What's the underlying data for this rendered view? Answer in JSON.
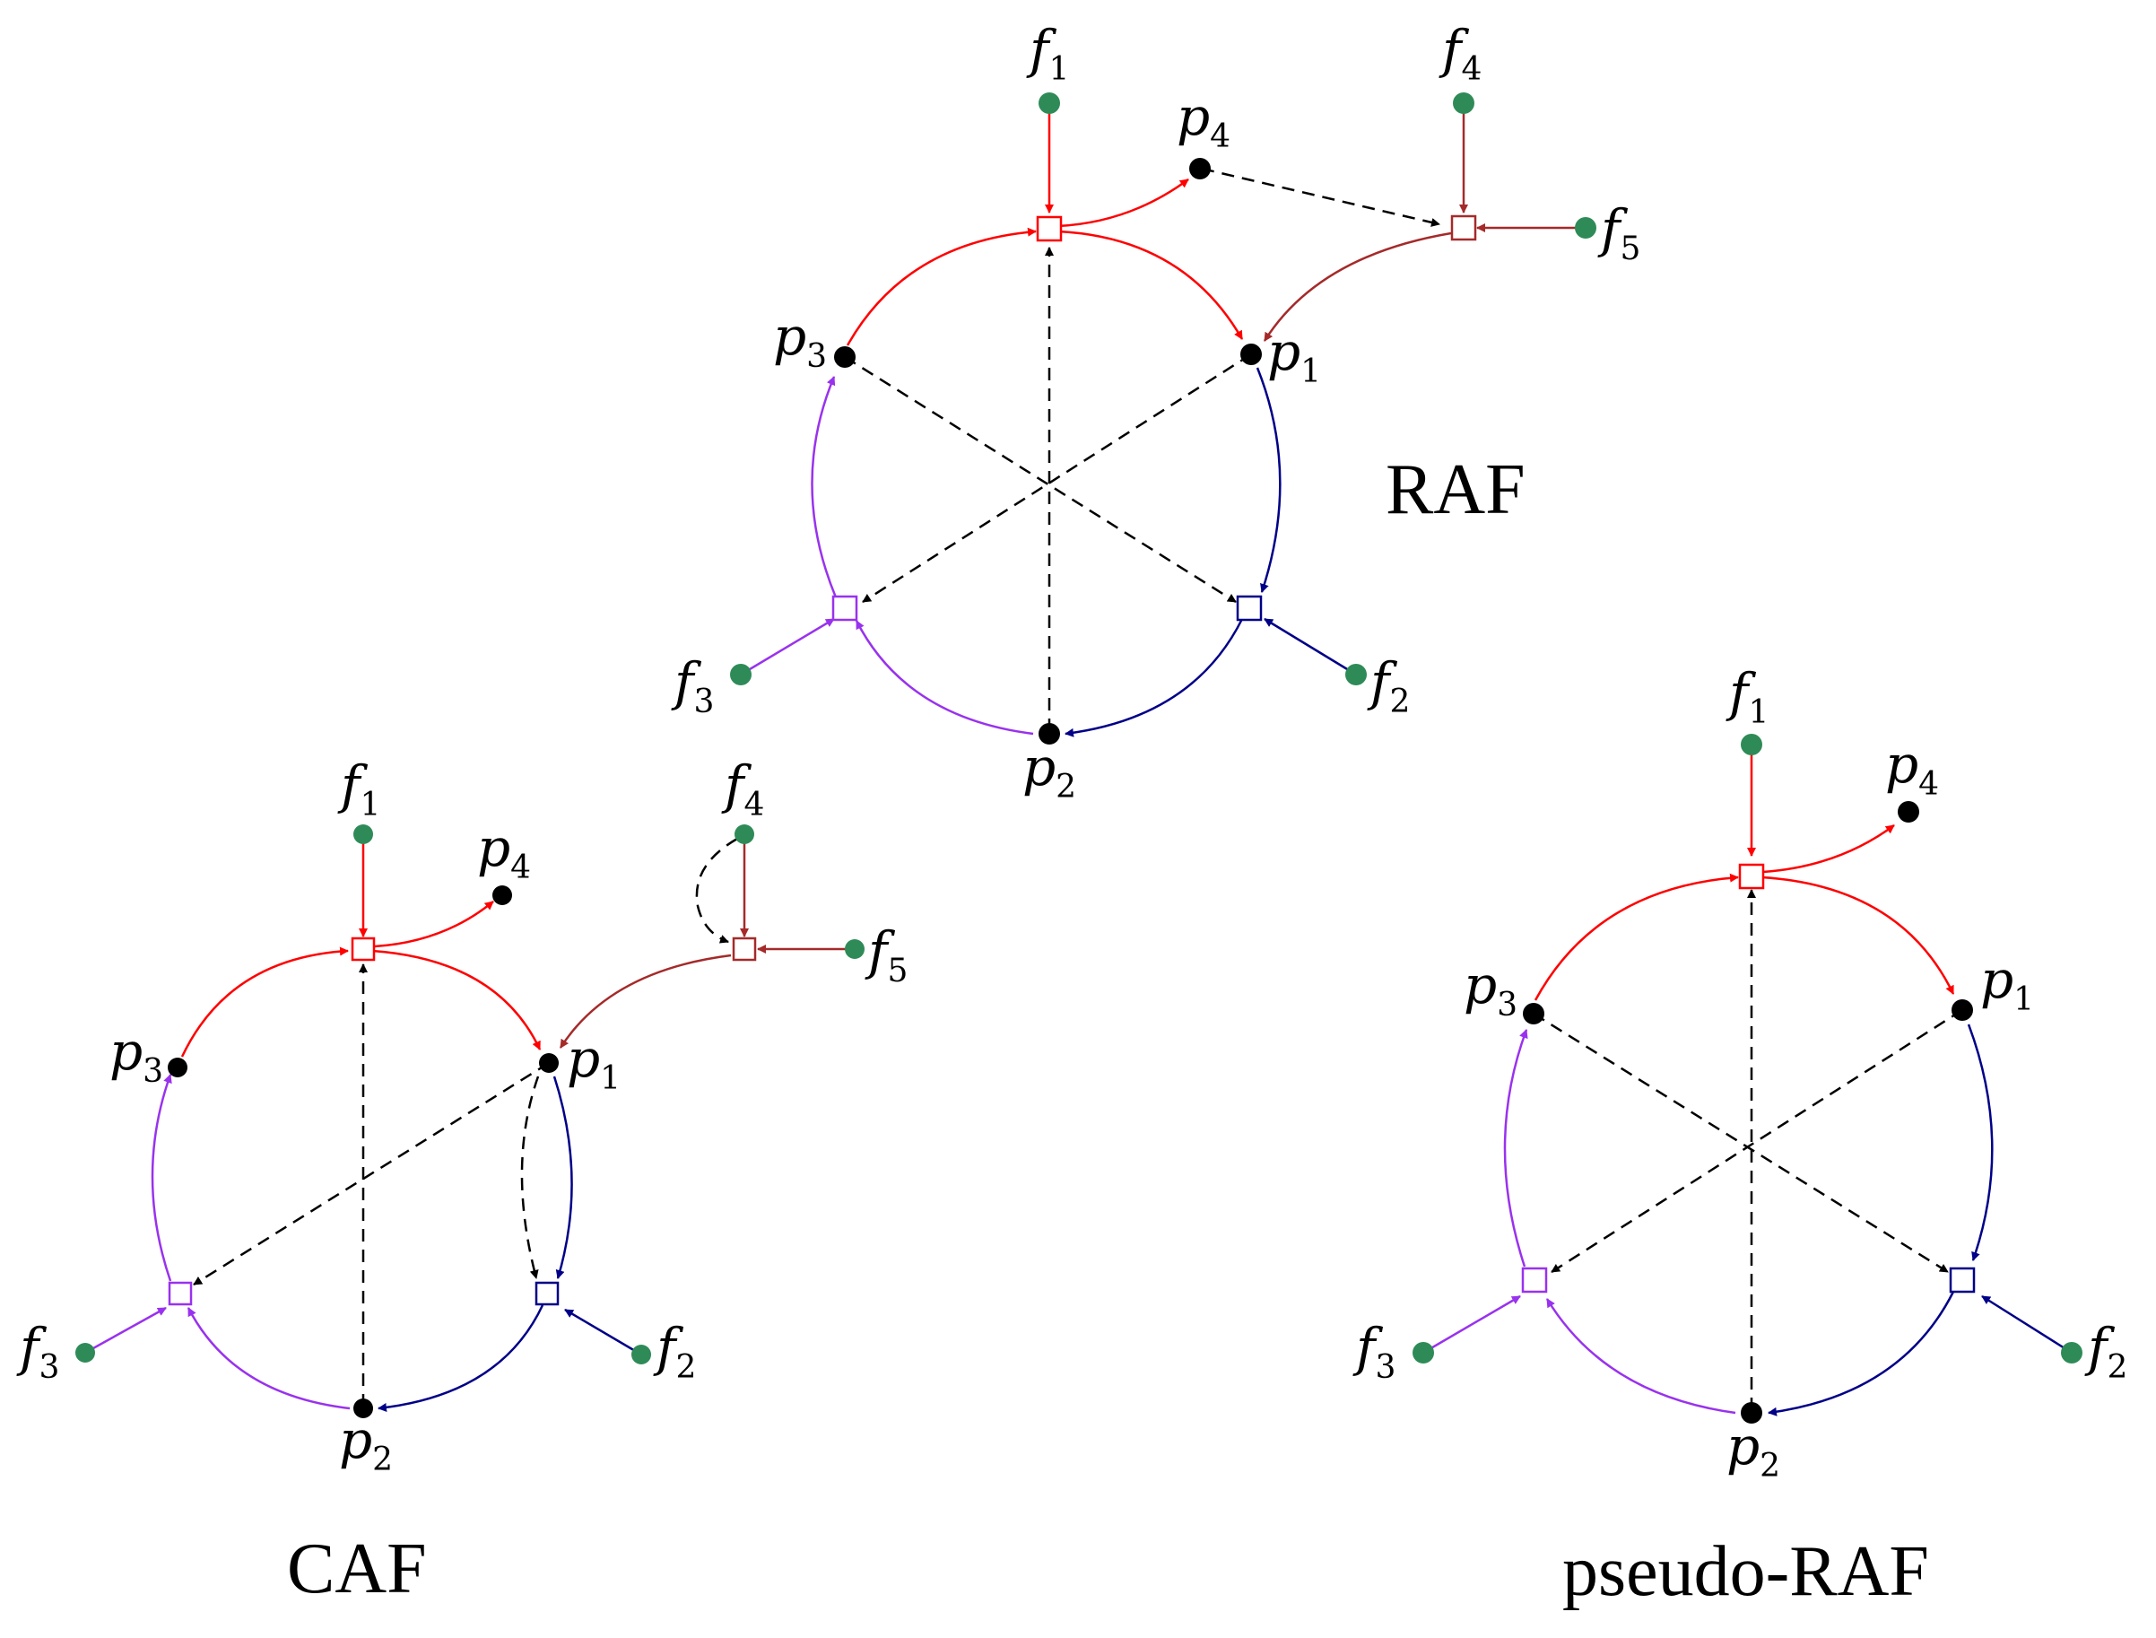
{
  "colors": {
    "r1": "#ff0000",
    "r2": "#000088",
    "r3": "#9932ee",
    "r4": "#a52a2a",
    "food": "#2e8b57",
    "product": "#000000",
    "catalysis": "#000000"
  },
  "panels": [
    {
      "title": "RAF",
      "labels": {
        "f1": "f",
        "f2": "f",
        "f3": "f",
        "f4": "f",
        "f5": "f",
        "p1": "p",
        "p2": "p",
        "p3": "p",
        "p4": "p"
      },
      "subs": {
        "f1": "1",
        "f2": "2",
        "f3": "3",
        "f4": "4",
        "f5": "5",
        "p1": "1",
        "p2": "2",
        "p3": "3",
        "p4": "4"
      }
    },
    {
      "title": "CAF",
      "labels": {
        "f1": "f",
        "f2": "f",
        "f3": "f",
        "f4": "f",
        "f5": "f",
        "p1": "p",
        "p2": "p",
        "p3": "p",
        "p4": "p"
      },
      "subs": {
        "f1": "1",
        "f2": "2",
        "f3": "3",
        "f4": "4",
        "f5": "5",
        "p1": "1",
        "p2": "2",
        "p3": "3",
        "p4": "4"
      }
    },
    {
      "title": "pseudo-RAF",
      "labels": {
        "f1": "f",
        "f2": "f",
        "f3": "f",
        "p1": "p",
        "p2": "p",
        "p3": "p",
        "p4": "p"
      },
      "subs": {
        "f1": "1",
        "f2": "2",
        "f3": "3",
        "p1": "1",
        "p2": "2",
        "p3": "3",
        "p4": "4"
      }
    }
  ]
}
